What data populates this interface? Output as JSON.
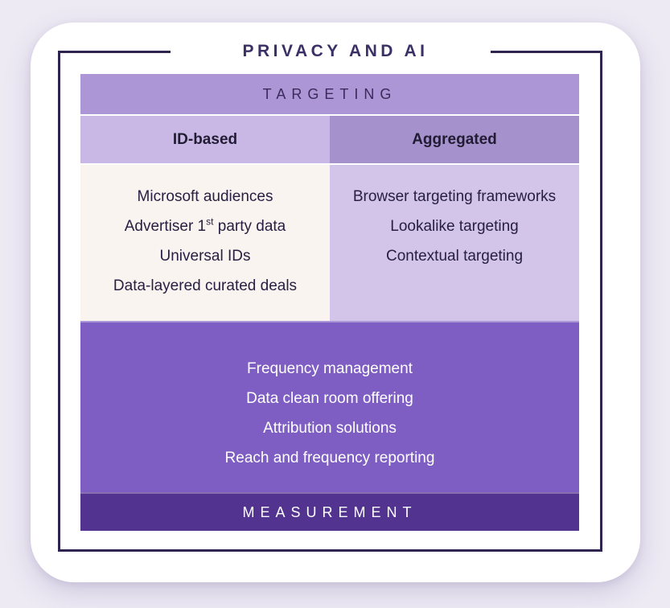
{
  "diagram": {
    "title": "PRIVACY AND AI",
    "targeting": {
      "label": "TARGETING",
      "columns": [
        {
          "header": "ID-based",
          "items": [
            "Microsoft audiences",
            {
              "pre": "Advertiser 1",
              "sup": "st",
              "post": " party data"
            },
            "Universal IDs",
            "Data-layered curated deals"
          ]
        },
        {
          "header": "Aggregated",
          "items": [
            "Browser targeting frameworks",
            "Lookalike targeting",
            "Contextual targeting"
          ]
        }
      ]
    },
    "middle_items": [
      "Frequency management",
      "Data clean room offering",
      "Attribution solutions",
      "Reach and frequency reporting"
    ],
    "measurement": {
      "label": "MEASUREMENT"
    }
  },
  "colors": {
    "frame": "#2f2350",
    "title": "#3b3066",
    "targeting-band": "#ac96d5",
    "id-header": "#c9b8e5",
    "agg-header": "#a591cb",
    "id-body": "#faf4f1",
    "agg-body": "#d3c5e9",
    "purple-section": "#7e5ec3",
    "measurement-band": "#523390",
    "dark-text": "#272042",
    "white-text": "#ffffff"
  }
}
